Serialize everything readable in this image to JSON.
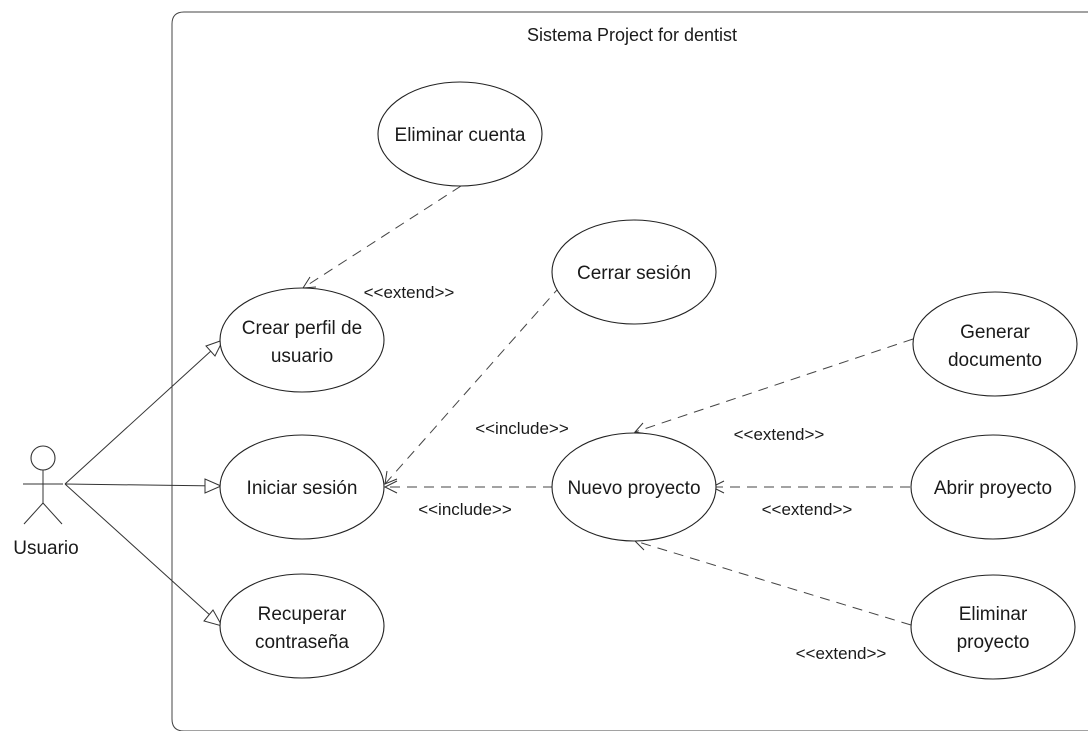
{
  "system": {
    "title": "Sistema Project for dentist"
  },
  "actor": {
    "name": "Usuario"
  },
  "use_cases": [
    {
      "id": "eliminar_cuenta",
      "lines": [
        "Eliminar cuenta"
      ]
    },
    {
      "id": "cerrar_sesion",
      "lines": [
        "Cerrar sesión"
      ]
    },
    {
      "id": "crear_perfil",
      "lines": [
        "Crear perfil de",
        "usuario"
      ]
    },
    {
      "id": "generar_documento",
      "lines": [
        "Generar",
        "documento"
      ]
    },
    {
      "id": "iniciar_sesion",
      "lines": [
        "Iniciar sesión"
      ]
    },
    {
      "id": "nuevo_proyecto",
      "lines": [
        "Nuevo proyecto"
      ]
    },
    {
      "id": "abrir_proyecto",
      "lines": [
        "Abrir proyecto"
      ]
    },
    {
      "id": "recuperar_contrasena",
      "lines": [
        "Recuperar",
        "contraseña"
      ]
    },
    {
      "id": "eliminar_proyecto",
      "lines": [
        "Eliminar",
        "proyecto"
      ]
    }
  ],
  "relationships": [
    {
      "type": "association",
      "from": "actor",
      "to": "crear_perfil"
    },
    {
      "type": "association",
      "from": "actor",
      "to": "iniciar_sesion"
    },
    {
      "type": "association",
      "from": "actor",
      "to": "recuperar_contrasena"
    },
    {
      "type": "extend",
      "from": "eliminar_cuenta",
      "to": "crear_perfil",
      "label": "<<extend>>"
    },
    {
      "type": "include",
      "from": "cerrar_sesion",
      "to": "iniciar_sesion",
      "label": "<<include>>"
    },
    {
      "type": "include",
      "from": "nuevo_proyecto",
      "to": "iniciar_sesion",
      "label": "<<include>>"
    },
    {
      "type": "extend",
      "from": "generar_documento",
      "to": "nuevo_proyecto",
      "label": "<<extend>>"
    },
    {
      "type": "extend",
      "from": "abrir_proyecto",
      "to": "nuevo_proyecto",
      "label": "<<extend>>"
    },
    {
      "type": "extend",
      "from": "eliminar_proyecto",
      "to": "nuevo_proyecto",
      "label": "<<extend>>"
    }
  ]
}
